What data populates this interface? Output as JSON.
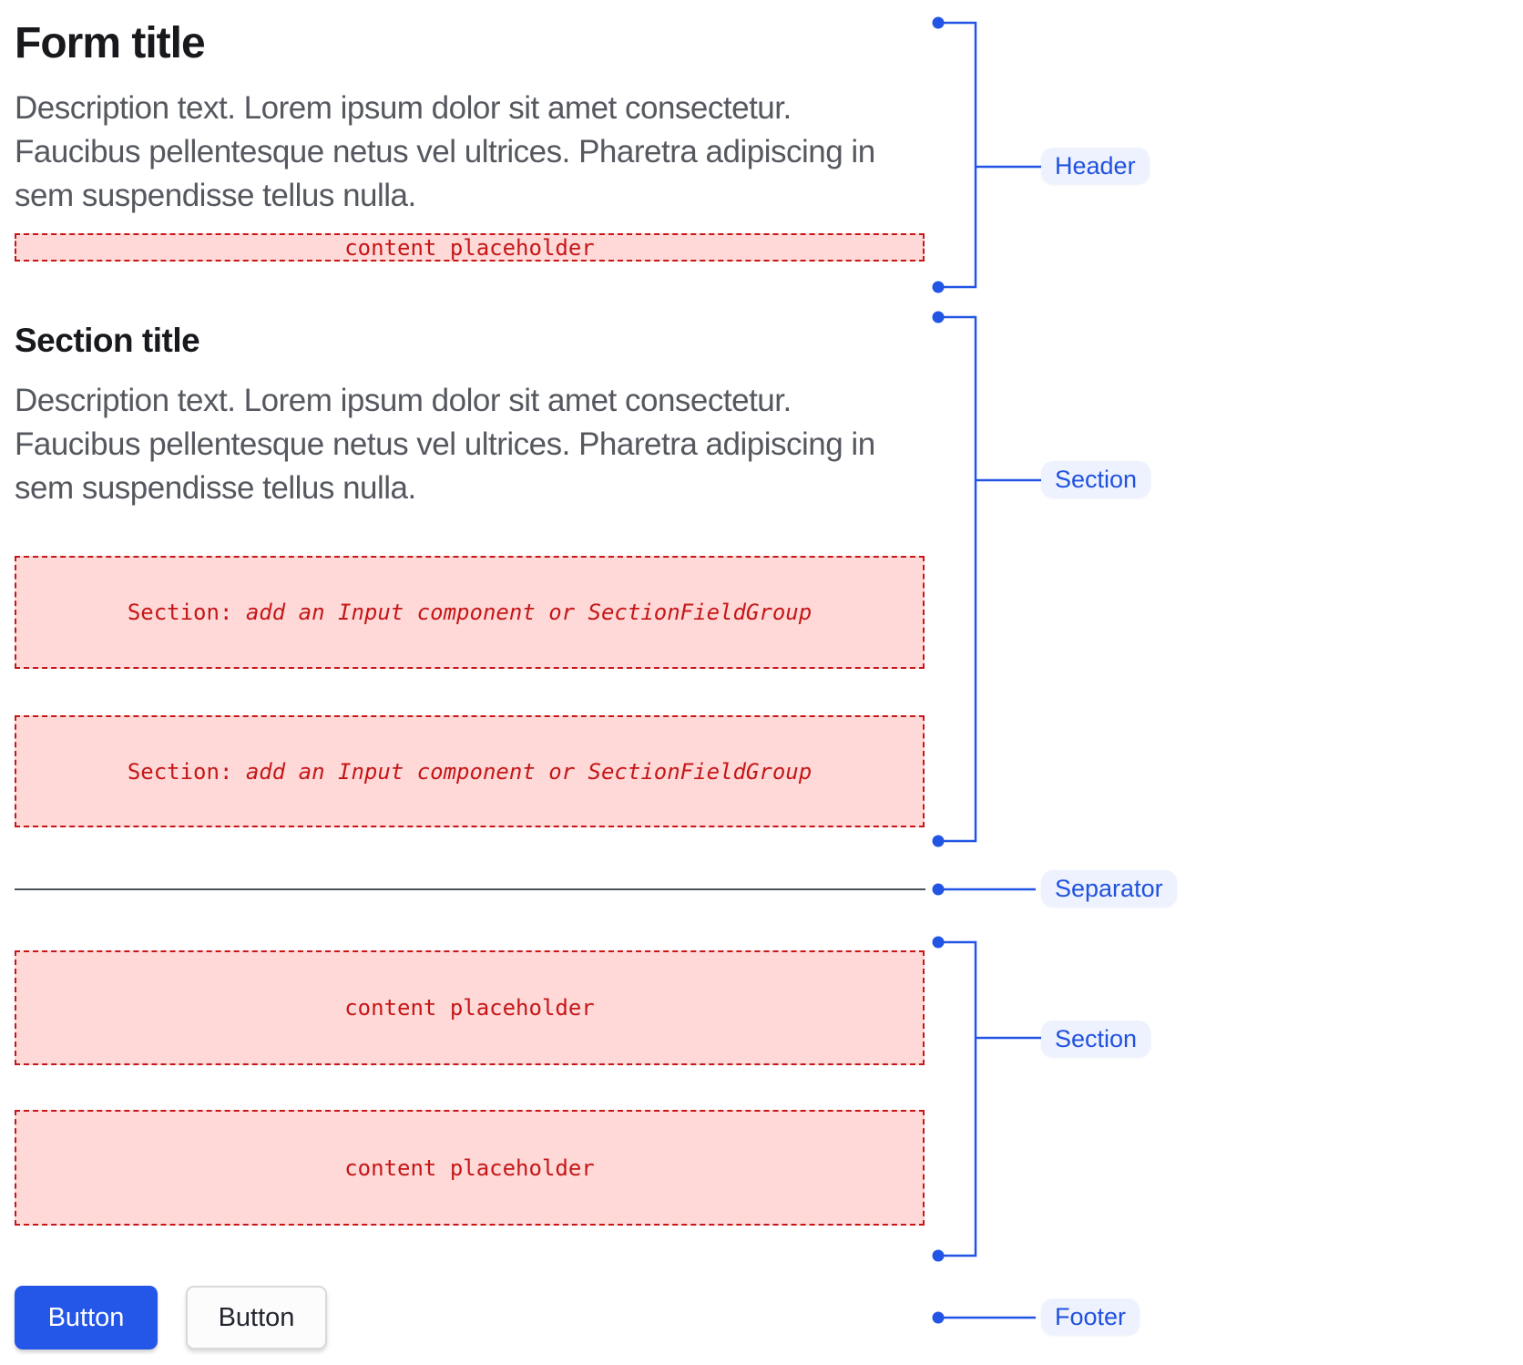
{
  "header": {
    "title": "Form title",
    "description_lines": [
      "Description text. Lorem ipsum dolor sit amet consectetur.",
      "Faucibus pellentesque netus vel ultrices. Pharetra adipiscing in",
      "sem suspendisse tellus nulla."
    ],
    "placeholder_text": "content placeholder"
  },
  "section_one": {
    "title": "Section title",
    "description_lines": [
      "Description text. Lorem ipsum dolor sit amet consectetur.",
      "Faucibus pellentesque netus vel ultrices. Pharetra adipiscing in",
      "sem suspendisse tellus nulla."
    ],
    "placeholders": [
      {
        "prefix": "Section:",
        "rest": " add an Input component or SectionFieldGroup"
      },
      {
        "prefix": "Section:",
        "rest": " add an Input component or SectionFieldGroup"
      }
    ]
  },
  "section_two": {
    "placeholders": [
      "content placeholder",
      "content placeholder"
    ]
  },
  "footer": {
    "primary_button_label": "Button",
    "secondary_button_label": "Button"
  },
  "annotations": {
    "header_label": "Header",
    "section_one_label": "Section",
    "separator_label": "Separator",
    "section_two_label": "Section",
    "footer_label": "Footer"
  },
  "colors": {
    "accent_blue": "#2355e5",
    "annotation_pill_bg": "#edf2fe",
    "annotation_text_blue": "#2152df",
    "primary_button_blue": "#2456e8",
    "placeholder_pink": "#ffd8d8",
    "placeholder_red": "#c51717",
    "separator_gray": "#4d5158",
    "title_color": "#18191d",
    "description_gray": "#55585f"
  }
}
